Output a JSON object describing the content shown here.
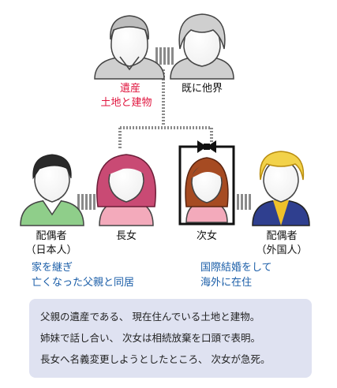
{
  "top": {
    "inheritance_line1": "遺産",
    "inheritance_line2": "土地と建物",
    "deceased_note": "既に他界"
  },
  "children": {
    "eldest_daughter": "長女",
    "second_daughter": "次女",
    "spouse_left_line1": "配偶者",
    "spouse_left_line2": "（日本人）",
    "spouse_right_line1": "配偶者",
    "spouse_right_line2": "（外国人）"
  },
  "notes": {
    "left_line1": "家を継ぎ",
    "left_line2": "亡くなった父親と同居",
    "right_line1": "国際結婚をして",
    "right_line2": "海外に在住"
  },
  "summary": {
    "line1": "父親の遺産である、 現在住んでいる土地と建物。",
    "line2": "姉妹で話し合い、 次女は相続放棄を口頭で表明。",
    "line3": "長女へ名義変更しようとしたところ、 次女が急死。"
  },
  "colors": {
    "red_text": "#e0163f",
    "blue_text": "#1b5ea8",
    "summary_bg": "#dfe2f1",
    "grey_figure": "#d4d4d4",
    "pink_shirt": "#f3aabb",
    "green_shirt": "#8fce8a",
    "navy_jacket": "#2f3f8f"
  }
}
